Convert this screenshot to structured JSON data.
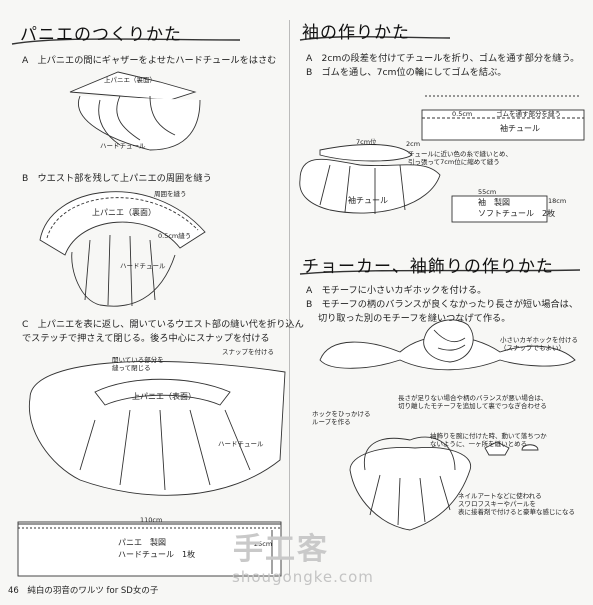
{
  "left": {
    "title": "パニエのつくりかた",
    "step_a": "A　上パニエの間にギャザーをよせたハードチュールをはさむ",
    "a_labels": {
      "upper": "上パニエ（裏面）",
      "hard": "ハードチュール"
    },
    "step_b": "B　ウエスト部を残して上パニエの周囲を縫う",
    "b_labels": {
      "sew": "周囲を縫う",
      "upper": "上パニエ（裏面）",
      "margin": "0.5cm縫う",
      "hard": "ハードチュール"
    },
    "step_c": [
      "C　上パニエを表に返し、開いているウエスト部の縫い代を折り込ん",
      "でステッチで押さえて閉じる。後ろ中心にスナップを付ける"
    ],
    "c_labels": {
      "fold": [
        "開いている部分を",
        "縫って閉じる"
      ],
      "snap": "スナップを付ける",
      "upper": "上パニエ（表面）",
      "hard": "ハードチュール"
    },
    "pattern": {
      "width": "110cm",
      "height": "25cm",
      "line1": "パニエ　製図",
      "line2": "ハードチュール　1枚"
    }
  },
  "right": {
    "title1": "袖の作りかた",
    "step_a": "A　2cmの段差を付けてチュールを折り、ゴムを通す部分を縫う。",
    "step_b": "B　ゴムを通し、7cm位の輪にしてゴムを結ぶ。",
    "sleeve_labels": {
      "top": "ゴムを通す部分を縫う",
      "offset": "0.5cm",
      "ring": "7cm位",
      "two": "2cm",
      "tulle": "袖チュール",
      "gather": [
        "チュールに近い色の糸で縫いとめ、",
        "引っ張って7cm位に縮めて縫う"
      ],
      "sleeve": "袖チュール"
    },
    "pattern": {
      "width": "55cm",
      "height": "18cm",
      "line1": "袖　製図",
      "line2": "ソフトチュール　2枚"
    },
    "title2": "チョーカー、袖飾りの作りかた",
    "step_a2": "A　モチーフに小さいカギホックを付ける。",
    "step_b2": [
      "B　モチーフの柄のバランスが良くなかったり長さが短い場合は、",
      "切り取った別のモチーフを縫いつなげて作る。"
    ],
    "choker_labels": {
      "hook_small": [
        "小さいカギホックを付ける",
        "（スナップでもよい）"
      ],
      "cut": [
        "長さが足りない場合や柄のバランスが悪い場合は、",
        "切り離したモチーフを追加して裏でつなぎ合わせる"
      ],
      "hook_loop": [
        "ホックをひっかける",
        "ループを作る"
      ],
      "sew_wrist": [
        "袖飾りを腕に付けた時、動いて落ちつか",
        "ないように、一ヶ所を縫いとめる"
      ],
      "nail": [
        "ネイルアートなどに使われる",
        "スワロフスキーやパールを",
        "表に接着剤で付けると豪華な感じになる"
      ]
    }
  },
  "footer": "46　純白の羽音のワルツ for SD女の子",
  "watermark": "手工客",
  "watermark_url": "shougongke.com"
}
